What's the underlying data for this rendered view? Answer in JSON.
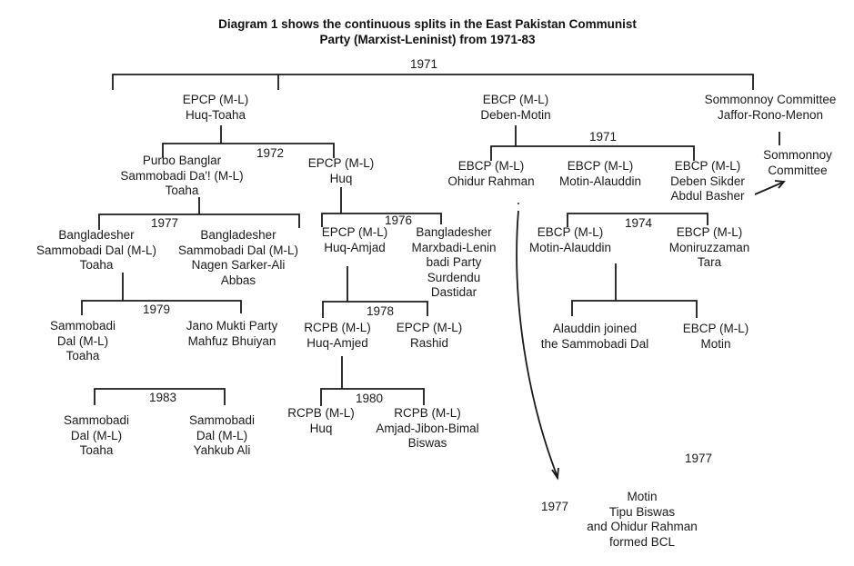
{
  "title": {
    "line1": "Diagram 1 shows the continuous splits in the East Pakistan Communist",
    "line2": "Party (Marxist-Leninist) from 1971-83"
  },
  "years": {
    "root_split": "1971",
    "epcp_split": "1972",
    "ebcp_split": "1971",
    "purbo_split": "1977",
    "huq_split": "1976",
    "toaha_split_1979": "1979",
    "huq_amjad_split": "1978",
    "motin_alauddin_split": "1974",
    "rcpb_split": "1980",
    "sammobadi_split_1983": "1983",
    "bcl_year_left": "1977",
    "bcl_year_right": "1977"
  },
  "nodes": {
    "epcp_huq_toaha": [
      "EPCP (M-L)",
      "Huq-Toaha"
    ],
    "ebcp_deben_motin": [
      "EBCP (M-L)",
      "Deben-Motin"
    ],
    "sommonnoy_jaffor": [
      "Sommonnoy Committee",
      "Jaffor-Rono-Menon"
    ],
    "purbo_banglar": [
      "Purbo Banglar",
      "Sammobadi Da'! (M-L)",
      "Toaha"
    ],
    "epcp_huq": [
      "EPCP (M-L)",
      "Huq"
    ],
    "ebcp_ohidur": [
      "EBCP (M-L)",
      "Ohidur Rahman"
    ],
    "ebcp_motin_alauddin_1": [
      "EBCP (M-L)",
      "Motin-Alauddin"
    ],
    "ebcp_deben_sikder": [
      "EBCP (M-L)",
      "Deben Sikder",
      "Abdul Basher"
    ],
    "sommonnoy_committee": [
      "Sommonnoy",
      "Committee"
    ],
    "bd_sammobadi_toaha": [
      "Bangladesher",
      "Sammobadi Dal (M-L)",
      "Toaha"
    ],
    "bd_sammobadi_nagen": [
      "Bangladesher",
      "Sammobadi Dal (M-L)",
      "Nagen Sarker-Ali",
      "Abbas"
    ],
    "epcp_huq_amjad": [
      "EPCP (M-L)",
      "Huq-Amjad"
    ],
    "bd_marxbadi": [
      "Bangladesher",
      "Marxbadi-Lenin",
      "badi Party",
      "Surdendu",
      "Dastidar"
    ],
    "ebcp_motin_alauddin_2": [
      "EBCP (M-L)",
      "Motin-Alauddin"
    ],
    "ebcp_moniruzzaman": [
      "EBCP (M-L)",
      "Moniruzzaman",
      "Tara"
    ],
    "sammobadi_toaha_1979": [
      "Sammobadi",
      "Dal (M-L)",
      "Toaha"
    ],
    "jano_mukti": [
      "Jano Mukti Party",
      "Mahfuz Bhuiyan"
    ],
    "rcpb_huq_amjed": [
      "RCPB (M-L)",
      "Huq-Amjed"
    ],
    "epcp_rashid": [
      "EPCP (M-L)",
      "Rashid"
    ],
    "alauddin_joined": [
      "Alauddin joined",
      "the Sammobadi Dal"
    ],
    "ebcp_motin": [
      "EBCP (M-L)",
      "Motin"
    ],
    "sammobadi_toaha_1983": [
      "Sammobadi",
      "Dal (M-L)",
      "Toaha"
    ],
    "sammobadi_yahkub": [
      "Sammobadi",
      "Dal (M-L)",
      "Yahkub Ali"
    ],
    "rcpb_huq": [
      "RCPB (M-L)",
      "Huq"
    ],
    "rcpb_amjad_jibon": [
      "RCPB (M-L)",
      "Amjad-Jibon-Bimal",
      "Biswas"
    ],
    "bcl_formed": [
      "Motin",
      "Tipu Biswas",
      "and Ohidur Rahman",
      "formed BCL"
    ]
  },
  "colors": {
    "line": "#1a1a1a",
    "text": "#1a1a1a",
    "background": "#ffffff"
  }
}
